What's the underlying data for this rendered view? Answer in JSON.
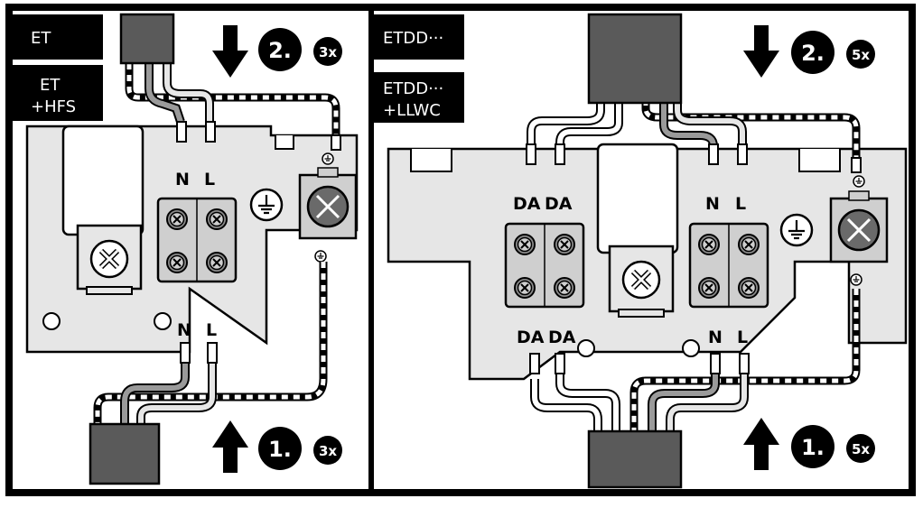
{
  "left_panel": {
    "tags": [
      "ET",
      "ET",
      "+HFS"
    ],
    "top_terminal_labels": [
      "N",
      "L"
    ],
    "bottom_terminal_labels": [
      "N",
      "L"
    ],
    "step_top": {
      "number": "2.",
      "count": "3x"
    },
    "step_bottom": {
      "number": "1.",
      "count": "3x"
    }
  },
  "right_panel": {
    "tags": [
      "ETDD···",
      "ETDD···",
      "+LLWC"
    ],
    "top_terminal_labels": [
      "DA",
      "DA",
      "N",
      "L"
    ],
    "bottom_terminal_labels": [
      "DA",
      "DA",
      "N",
      "L"
    ],
    "step_top": {
      "number": "2.",
      "count": "5x"
    },
    "step_bottom": {
      "number": "1.",
      "count": "5x"
    }
  },
  "colors": {
    "frame": "#000000",
    "plate": "#e6e6e6",
    "connector": "#5a5a5a",
    "terminal": "#cfcfcf",
    "wire_gray": "#9a9a9a"
  }
}
